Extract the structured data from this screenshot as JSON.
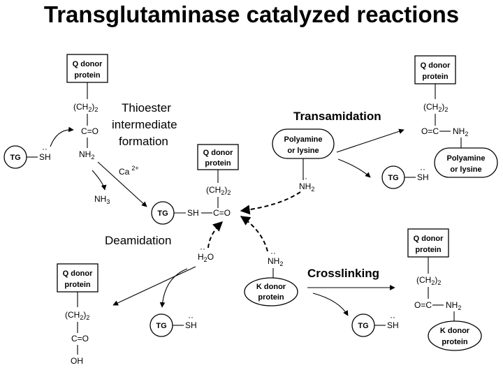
{
  "title": "Transglutaminase catalyzed reactions",
  "labels": {
    "q_donor_line1": "Q donor",
    "q_donor_line2": "protein",
    "k_donor_line1": "K donor",
    "k_donor_line2": "protein",
    "polyamine_line1": "Polyamine",
    "polyamine_line2": "or lysine",
    "tg": "TG",
    "thioester_line1": "Thioester",
    "thioester_line2": "intermediate",
    "thioester_line3": "formation",
    "transamidation": "Transamidation",
    "deamidation": "Deamidation",
    "crosslinking": "Crosslinking",
    "calcium": "Ca",
    "calcium_charge": "2+",
    "ch2": "(CH",
    "ch2_sub": "2",
    "ch2_close": ")",
    "ch2_count": "2",
    "sh": "SH",
    "sh_full": "SH",
    "carbonyl_co": "C=O",
    "amide_n": "NH",
    "amide_n_sub": "2",
    "ammonia": "NH",
    "ammonia_sub": "3",
    "water": "H",
    "water_sub": "2",
    "water_o": "O",
    "hydroxyl": "OH",
    "crosslink_bond": "O=C",
    "crosslink_n": "NH",
    "crosslink_n_sub": "2",
    "dash": "—"
  },
  "colors": {
    "ink": "#000000",
    "background": "#ffffff"
  }
}
